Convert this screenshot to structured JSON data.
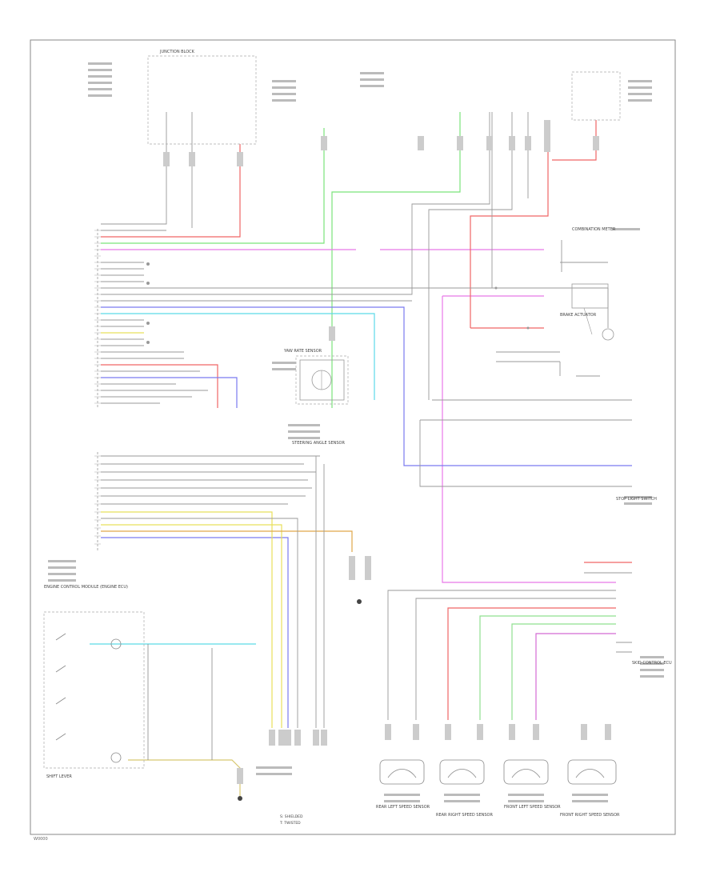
{
  "diagram": {
    "footer_code": "W0000",
    "components": {
      "engine_control_module": "ENGINE CONTROL MODULE (ENGINE ECU)",
      "yaw_rate_sensor": "YAW RATE SENSOR",
      "skid_control_ecu": "SKID CONTROL ECU",
      "steering_angle_sensor": "STEERING ANGLE SENSOR",
      "combination_meter": "COMBINATION METER",
      "stop_light_switch": "STOP LIGHT SWITCH",
      "front_left_speed_sensor": "FRONT LEFT SPEED SENSOR",
      "front_right_speed_sensor": "FRONT RIGHT SPEED SENSOR",
      "rear_left_speed_sensor": "REAR LEFT SPEED SENSOR",
      "rear_right_speed_sensor": "REAR RIGHT SPEED SENSOR",
      "junction_block": "JUNCTION BLOCK",
      "shift_lever": "SHIFT LEVER",
      "brake_actuator": "BRAKE ACTUATOR"
    },
    "legend": [
      "S: SHIELDED",
      "T: TWISTED"
    ]
  }
}
